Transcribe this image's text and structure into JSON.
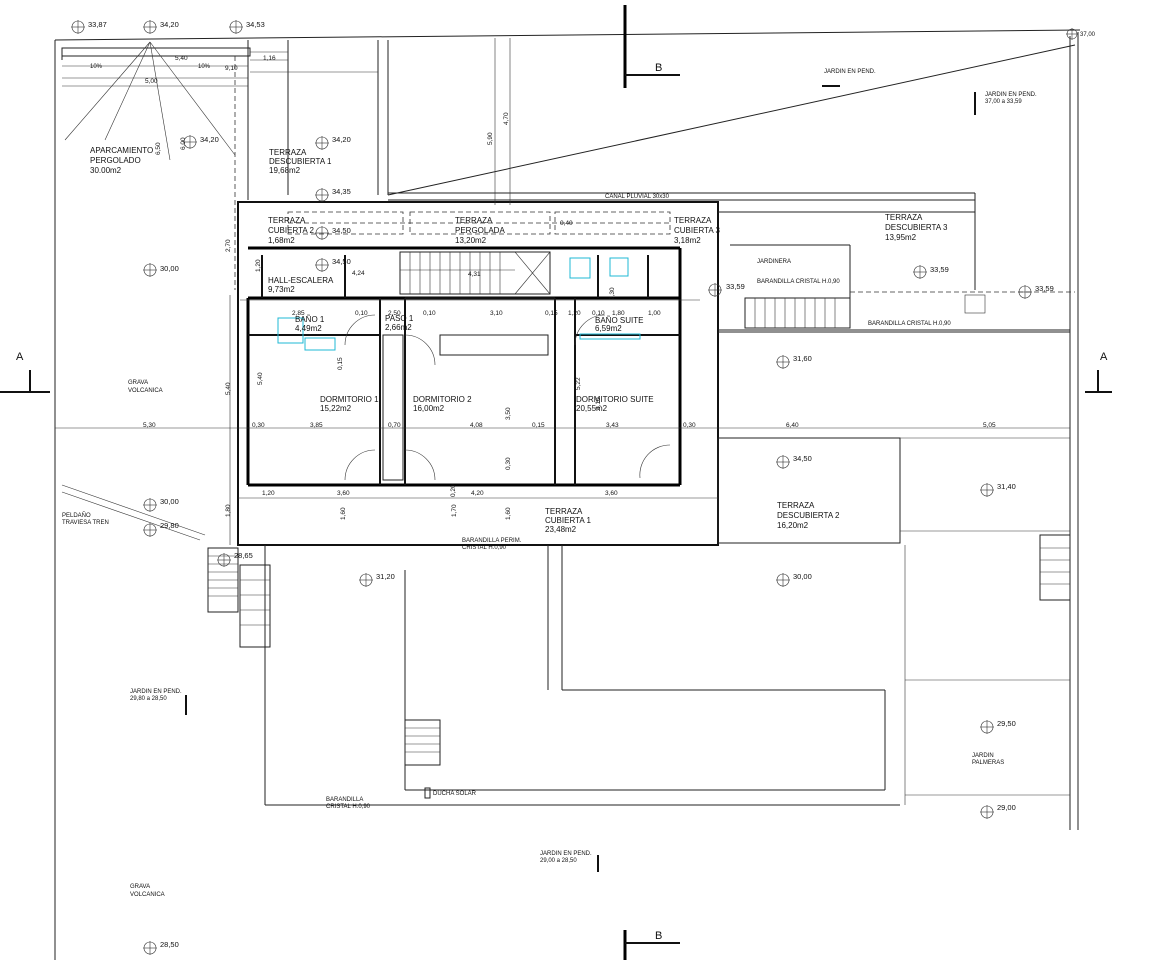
{
  "rooms": {
    "aparcamiento": {
      "name1": "APARCAMIENTO",
      "name2": "PERGOLADO",
      "area": "30.00m2"
    },
    "terraza_desc1": {
      "name1": "TERRAZA",
      "name2": "DESCUBIERTA 1",
      "area": "19,68m2"
    },
    "terraza_cub2": {
      "name1": "TERRAZA",
      "name2": "CUBIERTA 2",
      "area": "1,68m2"
    },
    "terraza_perg": {
      "name1": "TERRAZA",
      "name2": "PERGOLADA",
      "area": "13,20m2"
    },
    "terraza_cub3": {
      "name1": "TERRAZA",
      "name2": "CUBIERTA 3",
      "area": "3,18m2"
    },
    "terraza_desc3": {
      "name1": "TERRAZA",
      "name2": "DESCUBIERTA 3",
      "area": "13,95m2"
    },
    "hall": {
      "name1": "HALL-ESCALERA",
      "area": "9,73m2"
    },
    "bano1": {
      "name1": "BAÑO 1",
      "area": "4,49m2"
    },
    "paso1": {
      "name1": "PASO 1",
      "area": "2,66m2"
    },
    "bano_suite": {
      "name1": "BAÑO SUITE",
      "area": "6,59m2"
    },
    "dorm1": {
      "name1": "DORMITORIO 1",
      "area": "15,22m2"
    },
    "dorm2": {
      "name1": "DORMITORIO 2",
      "area": "16,00m2"
    },
    "dorm_suite": {
      "name1": "DORMITORIO SUITE",
      "area": "20,55m2"
    },
    "terraza_cub1": {
      "name1": "TERRAZA",
      "name2": "CUBIERTA 1",
      "area": "23,48m2"
    },
    "terraza_desc2": {
      "name1": "TERRAZA",
      "name2": "DESCUBIERTA 2",
      "area": "16,20m2"
    }
  },
  "notes": {
    "jardin_top": "JARDIN EN PEND.",
    "jardin_right1": "JARDIN EN PEND.",
    "jardin_right2": "37,00 a 33,59",
    "jardin_left1": "JARDIN EN PEND.",
    "jardin_left2": "29,80 a 28,50",
    "jardin_bottom1": "JARDIN EN PEND.",
    "jardin_bottom2": "29,00 a 28,50",
    "jardin_palm1": "JARDIN",
    "jardin_palm2": "PALMERAS",
    "grava1a": "GRAVA",
    "grava1b": "VOLCANICA",
    "grava2a": "GRAVA",
    "grava2b": "VOLCANICA",
    "peldano1": "PELDAÑO",
    "peldano2": "TRAVIESA TREN",
    "canal": "CANAL PLUVIAL 30x30",
    "jardinera": "JARDINERA",
    "barandilla1": "BARANDILLA CRISTAL H.0,90",
    "barandilla2": "BARANDILLA CRISTAL H.0,90",
    "barandilla_perim1": "BARANDILLA PERIM.",
    "barandilla_perim2": "CRISTAL H.0,90",
    "barandilla_bot1": "BARANDILLA",
    "barandilla_bot2": "CRISTAL H.0,90",
    "ducha": "DUCHA SOLAR",
    "slope1": "10%",
    "slope2": "10%"
  },
  "levels": {
    "l3387": "33,87",
    "l3420a": "34,20",
    "l3453": "34,53",
    "l3700": "37,00",
    "l3420b": "34,20",
    "l3420c": "34,20",
    "l3435": "34,35",
    "l3450a": "34,50",
    "l3450b": "34,50",
    "l3000a": "30,00",
    "l3359a": "33,59",
    "l3359b": "33,59",
    "l3359c": "33,59",
    "l3160": "31,60",
    "l3450c": "34,50",
    "l3140": "31,40",
    "l3000b": "30,00",
    "l2980": "29,80",
    "l2865": "28,65",
    "l3120": "31,20",
    "l3000c": "30,00",
    "l2950": "29,50",
    "l2900": "29,00",
    "l2850": "28,50"
  },
  "sections": {
    "a": "A",
    "b": "B"
  },
  "dims": {
    "d540": "5,40",
    "d910": "9,10",
    "d116": "1,16",
    "d500": "5,00",
    "d650": "6,50",
    "d600": "6,00",
    "d590": "5,90",
    "d470": "4,70",
    "d270": "2,70",
    "d120a": "1,20",
    "d424": "4,24",
    "d431": "4,31",
    "d285": "2,85",
    "d010a": "0,10",
    "d250": "2,50",
    "d010b": "0,10",
    "d310": "3,10",
    "d015a": "0,15",
    "d120b": "1,20",
    "d010c": "0,10",
    "d180": "1,80",
    "d100": "1,00",
    "d040": "0,40",
    "d230": "2,30",
    "d540b": "5,40",
    "d540c": "5,40",
    "d530": "5,30",
    "d030a": "0,30",
    "d385": "3,85",
    "d070": "0,70",
    "d408": "4,08",
    "d015b": "0,15",
    "d343": "3,43",
    "d030b": "0,30",
    "d640": "6,40",
    "d505": "5,05",
    "d120c": "1,20",
    "d360a": "3,60",
    "d020": "0,20",
    "d420": "4,20",
    "d360b": "3,60",
    "d180b": "1,80",
    "d160a": "1,60",
    "d170": "1,70",
    "d160b": "1,60",
    "d350": "3,50",
    "d522": "5,22",
    "d410": "4,10",
    "d030c": "0,30",
    "d015c": "0,15"
  }
}
